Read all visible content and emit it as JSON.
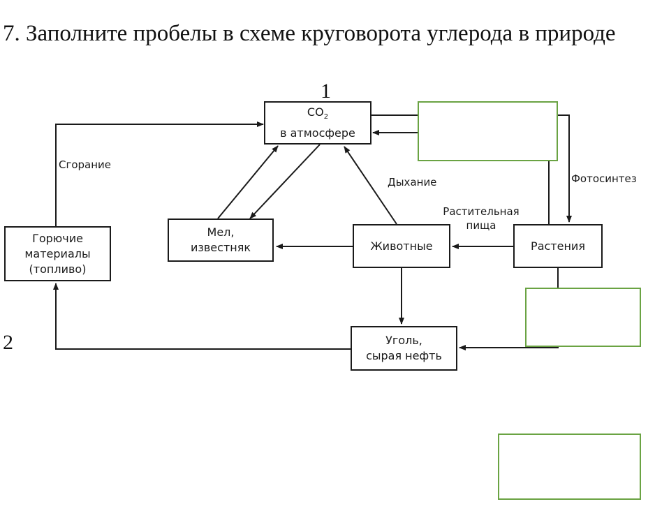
{
  "question": "7. Заполните пробелы в схеме круговорота углерода в природе",
  "markers": {
    "one": "1",
    "two": "2"
  },
  "nodes": {
    "co2": {
      "line1": "CO",
      "sub": "2",
      "line2": "в атмосфере"
    },
    "fuel": {
      "line1": "Горючие",
      "line2": "материалы",
      "line3": "(топливо)"
    },
    "chalk": {
      "line1": "Мел,",
      "line2": "известняк"
    },
    "animals": {
      "label": "Животные"
    },
    "plants": {
      "label": "Растения"
    },
    "coal": {
      "line1": "Уголь,",
      "line2": "сырая нефть"
    }
  },
  "edge_labels": {
    "combustion": "Сгорание",
    "respiration": "Дыхание",
    "photosynthesis": "Фотосинтез",
    "plant_food_1": "Растительная",
    "plant_food_2": "пища"
  },
  "blanks": [
    {
      "id": "blank-1",
      "value": ""
    },
    {
      "id": "blank-2",
      "value": ""
    },
    {
      "id": "blank-3",
      "value": ""
    }
  ],
  "colors": {
    "blank_border": "#6aa343",
    "line": "#1a1a1a"
  }
}
